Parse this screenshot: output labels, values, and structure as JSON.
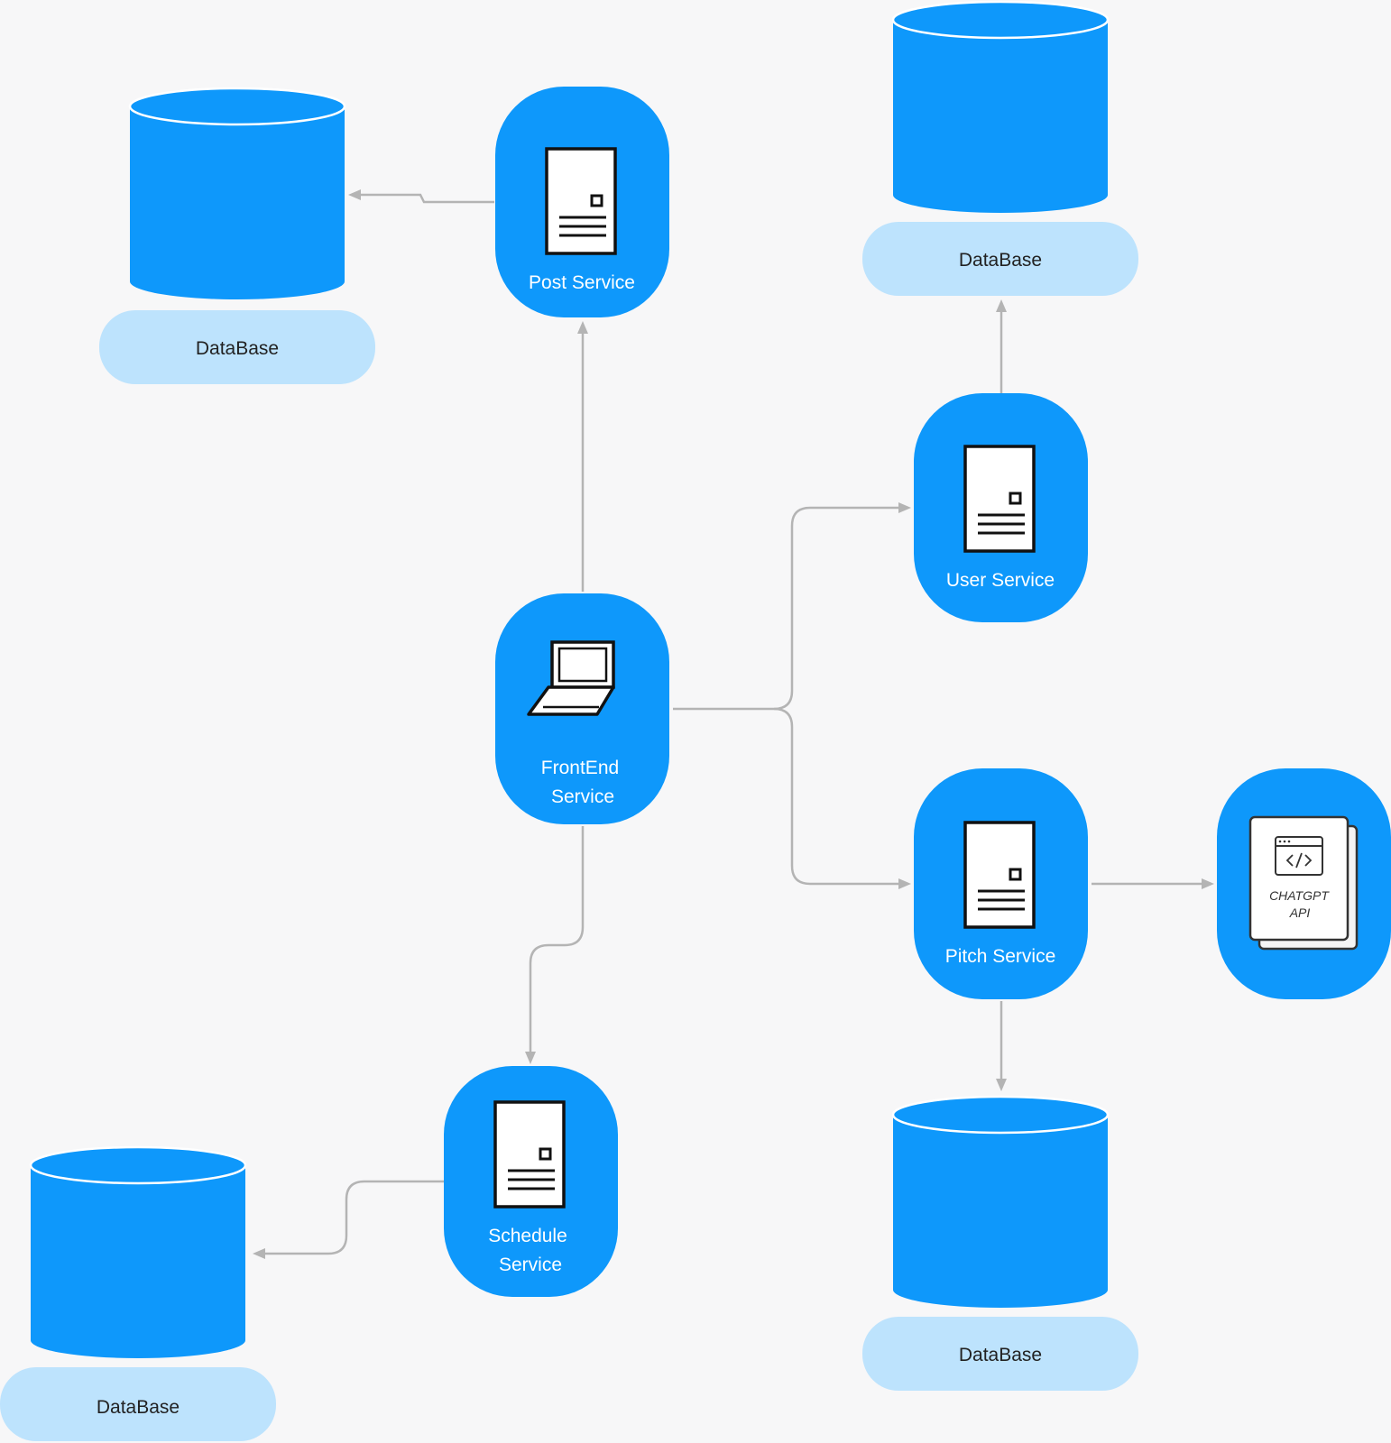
{
  "colors": {
    "background": "#f7f7f8",
    "service_fill": "#0e98fb",
    "database_fill": "#0e98fb",
    "database_label_fill": "#bde3fd",
    "connector": "#b4b4b4"
  },
  "services": {
    "post": {
      "lines": [
        "Post Service"
      ],
      "icon": "server-icon"
    },
    "user": {
      "lines": [
        "User Service"
      ],
      "icon": "server-icon"
    },
    "frontend": {
      "lines": [
        "FrontEnd",
        "Service"
      ],
      "icon": "laptop-icon"
    },
    "pitch": {
      "lines": [
        "Pitch Service"
      ],
      "icon": "server-icon"
    },
    "schedule": {
      "lines": [
        "Schedule",
        "Service"
      ],
      "icon": "server-icon"
    },
    "chatgpt": {
      "lines": [
        "CHATGPT",
        "API"
      ],
      "icon": "code-window-icon"
    }
  },
  "databases": {
    "post": {
      "label": "DataBase"
    },
    "user": {
      "label": "DataBase"
    },
    "pitch": {
      "label": "DataBase"
    },
    "schedule": {
      "label": "DataBase"
    }
  },
  "connections": [
    {
      "from": "frontend",
      "to": "post-service"
    },
    {
      "from": "frontend",
      "to": "user-service"
    },
    {
      "from": "frontend",
      "to": "pitch-service"
    },
    {
      "from": "frontend",
      "to": "schedule-service"
    },
    {
      "from": "post-service",
      "to": "post-database"
    },
    {
      "from": "user-service",
      "to": "user-database"
    },
    {
      "from": "pitch-service",
      "to": "chatgpt-api"
    },
    {
      "from": "pitch-service",
      "to": "pitch-database"
    },
    {
      "from": "schedule-service",
      "to": "schedule-database"
    }
  ]
}
